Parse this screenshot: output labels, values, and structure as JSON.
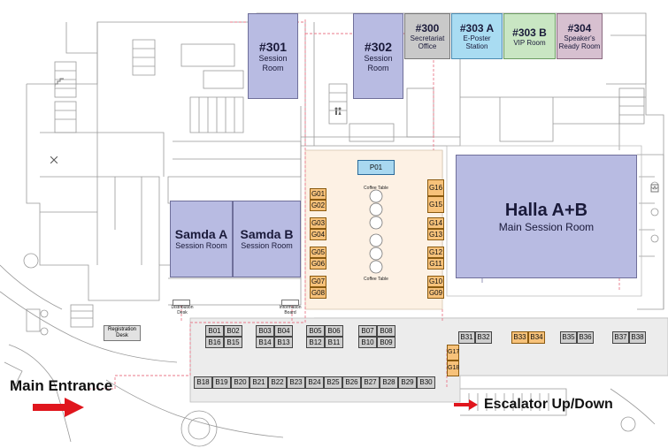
{
  "rooms": {
    "r301": {
      "num": "#301",
      "sub": "Session Room"
    },
    "r302": {
      "num": "#302",
      "sub": "Session Room"
    },
    "r300": {
      "num": "#300",
      "sub": "Secretariat Office"
    },
    "r303a": {
      "num": "#303 A",
      "sub": "E-Poster Station"
    },
    "r303b": {
      "num": "#303 B",
      "sub": "VIP Room"
    },
    "r304": {
      "num": "#304",
      "sub": "Speaker's Ready Room"
    },
    "samdaA": {
      "num": "Samda A",
      "sub": "Session Room"
    },
    "samdaB": {
      "num": "Samda B",
      "sub": "Session Room"
    },
    "halla": {
      "num": "Halla A+B",
      "sub": "Main Session Room"
    }
  },
  "colors": {
    "session": "#b8bbe2",
    "secretariat": "#c9c9c9",
    "eposter": "#a9dcf2",
    "vip": "#c9e6c3",
    "speaker": "#d7c0d0",
    "booth_gray": "#cfcfcf",
    "booth_orange": "#f7c27a",
    "corridor": "#fdf3ea",
    "exhibit_floor": "#ececec",
    "arrow": "#e0161d"
  },
  "booths": {
    "p01": "P01",
    "g_left": [
      "G01",
      "G02",
      "G03",
      "G04",
      "G05",
      "G06",
      "G07",
      "G08"
    ],
    "g_right": [
      "G16",
      "G15",
      "G14",
      "G13",
      "G12",
      "G11",
      "G10",
      "G09"
    ],
    "g17": "G17",
    "g18": "G18",
    "b_top": [
      "B01",
      "B02",
      "B03",
      "B04",
      "B05",
      "B06",
      "B07",
      "B08"
    ],
    "b_mid": [
      "B16",
      "B15",
      "B14",
      "B13",
      "B12",
      "B11",
      "B10",
      "B09"
    ],
    "b_bottom": [
      "B18",
      "B19",
      "B20",
      "B21",
      "B22",
      "B23",
      "B24",
      "B25",
      "B26",
      "B27",
      "B28",
      "B29",
      "B30"
    ],
    "b_right_gray1": [
      "B31",
      "B32"
    ],
    "b_right_orange": [
      "B33",
      "B34"
    ],
    "b_right_gray2": [
      "B35",
      "B36"
    ],
    "b_right_gray3": [
      "B37",
      "B38"
    ]
  },
  "labels": {
    "distribution": "Distribution Desk",
    "information": "Information Board",
    "registration": "Registration Desk",
    "coffee1": "Coffee Table",
    "coffee2": "Coffee Table"
  },
  "main_entrance": "Main Entrance",
  "escalator": "Escalator Up/Down",
  "icons": [
    "restroom-icon",
    "elevator-icon",
    "stairs-icon",
    "accessible-icon"
  ]
}
